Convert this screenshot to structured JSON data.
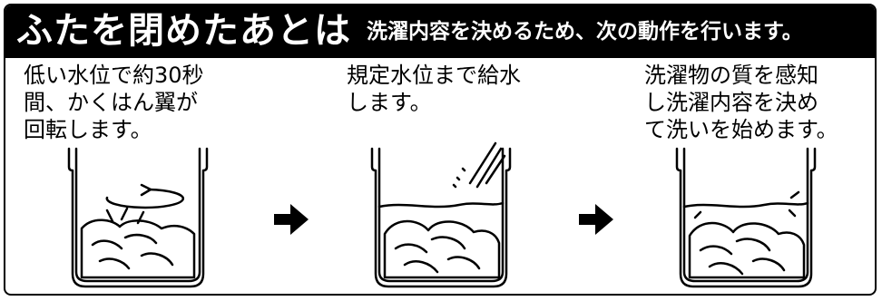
{
  "header": {
    "title": "ふたを閉めたあとは",
    "subtitle": "洗濯内容を決めるため、次の動作を行います。"
  },
  "steps": [
    {
      "text": "低い水位で約30秒\n間、かくはん翼が\n回転します。"
    },
    {
      "text": "規定水位まで給水\nします。"
    },
    {
      "text": "洗濯物の質を感知\nし洗濯内容を決め\nて洗いを始めます。"
    }
  ],
  "icons": [
    "washer-tub-rotation-icon",
    "arrow-right-icon",
    "washer-tub-water-filling-icon",
    "arrow-right-icon",
    "washer-tub-washing-icon"
  ]
}
